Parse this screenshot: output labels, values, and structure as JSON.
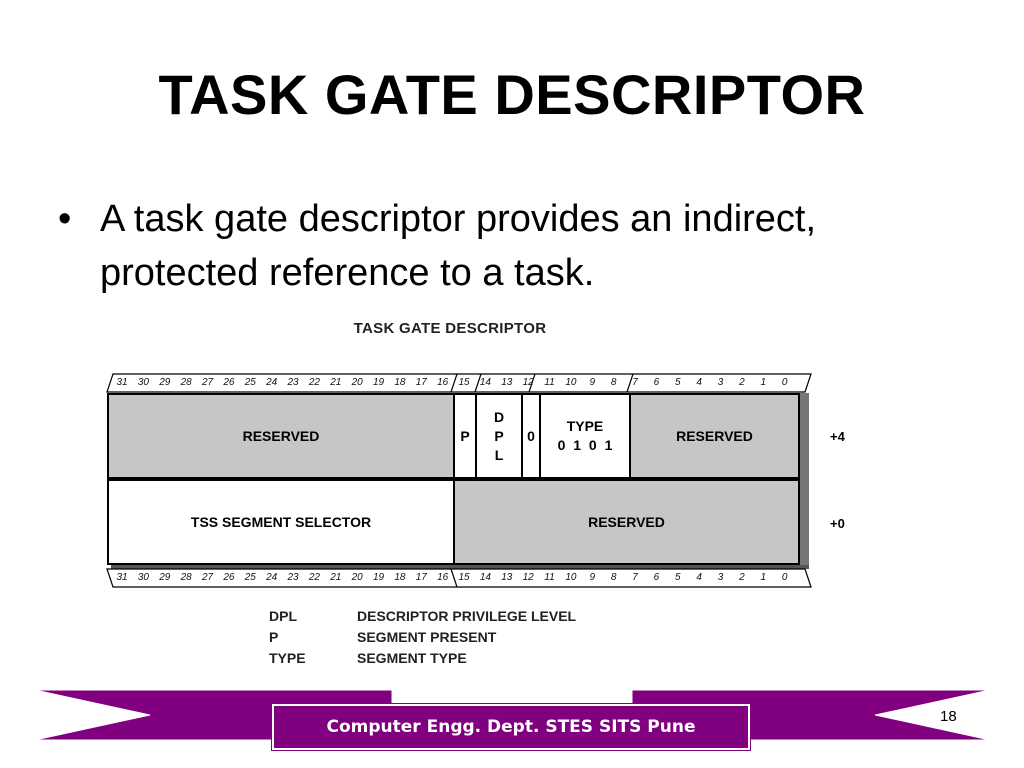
{
  "title": "TASK GATE DESCRIPTOR",
  "bullet": "A task gate descriptor provides an indirect, protected reference to a task.",
  "diagram": {
    "caption": "TASK GATE DESCRIPTOR",
    "top_bits": [
      "31",
      "30",
      "29",
      "28",
      "27",
      "26",
      "25",
      "24",
      "23",
      "22",
      "21",
      "20",
      "19",
      "18",
      "17",
      "16",
      "15",
      "14",
      "13",
      "12",
      "11",
      "10",
      "9",
      "8",
      "7",
      "6",
      "5",
      "4",
      "3",
      "2",
      "1",
      "0"
    ],
    "bottom_bits": [
      "31",
      "30",
      "29",
      "28",
      "27",
      "26",
      "25",
      "24",
      "23",
      "22",
      "21",
      "20",
      "19",
      "18",
      "17",
      "16",
      "15",
      "14",
      "13",
      "12",
      "11",
      "10",
      "9",
      "8",
      "7",
      "6",
      "5",
      "4",
      "3",
      "2",
      "1",
      "0"
    ],
    "row_upper": {
      "reserved_left": "RESERVED",
      "p": "P",
      "dpl": [
        "D",
        "P",
        "L"
      ],
      "zero": "0",
      "type_label": "TYPE",
      "type_bits": "0 1 0 1",
      "reserved_right": "RESERVED",
      "offset": "+4"
    },
    "row_lower": {
      "selector": "TSS SEGMENT SELECTOR",
      "reserved": "RESERVED",
      "offset": "+0"
    },
    "legend": [
      {
        "term": "DPL",
        "definition": "DESCRIPTOR PRIVILEGE LEVEL"
      },
      {
        "term": "P",
        "definition": "SEGMENT PRESENT"
      },
      {
        "term": "TYPE",
        "definition": "SEGMENT TYPE"
      }
    ]
  },
  "footer": {
    "text": "Computer Engg. Dept. STES SITS Pune",
    "page_number": "18",
    "accent_color": "#800080"
  }
}
